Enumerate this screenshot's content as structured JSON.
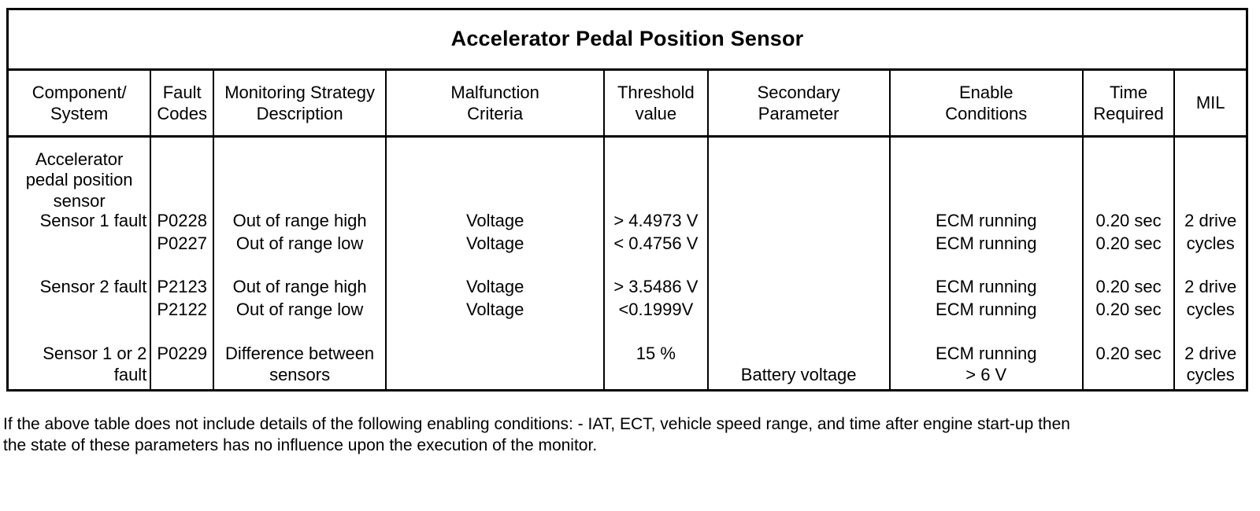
{
  "document": {
    "title": "Accelerator Pedal Position Sensor",
    "headers": [
      {
        "line1": "Component/",
        "line2": "System"
      },
      {
        "line1": "Fault",
        "line2": "Codes"
      },
      {
        "line1": "Monitoring Strategy",
        "line2": "Description"
      },
      {
        "line1": "Malfunction",
        "line2": "Criteria"
      },
      {
        "line1": "Threshold",
        "line2": "value"
      },
      {
        "line1": "Secondary",
        "line2": "Parameter"
      },
      {
        "line1": "Enable",
        "line2": "Conditions"
      },
      {
        "line1": "Time",
        "line2": "Required"
      },
      {
        "line1": "MIL",
        "line2": ""
      }
    ],
    "component_system": {
      "heading_line1": "Accelerator",
      "heading_line2": "pedal position",
      "heading_line3": "sensor",
      "sensor1": "Sensor 1 fault",
      "sensor2": "Sensor 2  fault",
      "sensor1or2_line1": "Sensor 1 or 2",
      "sensor1or2_line2": "fault"
    },
    "fault_codes": {
      "p0228": "P0228",
      "p0227": "P0227",
      "p2123": "P2123",
      "p2122": "P2122",
      "p0229": "P0229"
    },
    "monitoring_strategy": {
      "s1_high": "Out of range high",
      "s1_low": "Out of range low",
      "s2_high": "Out of range high",
      "s2_low": "Out of range low",
      "diff_line1": "Difference between",
      "diff_line2": "sensors"
    },
    "malfunction_criteria": {
      "v1": "Voltage",
      "v2": "Voltage",
      "v3": "Voltage",
      "v4": "Voltage"
    },
    "threshold_value": {
      "t1": "> 4.4973 V",
      "t2": "< 0.4756 V",
      "t3": "> 3.5486 V",
      "t4": "<0.1999V",
      "t5": "15 %"
    },
    "secondary_parameter": {
      "battery": "Battery voltage"
    },
    "enable_conditions": {
      "e1": "ECM running",
      "e2": "ECM running",
      "e3": "ECM running",
      "e4": "ECM running",
      "e5": "ECM running",
      "e6": "> 6 V"
    },
    "time_required": {
      "r1": "0.20 sec",
      "r2": "0.20 sec",
      "r3": "0.20 sec",
      "r4": "0.20 sec",
      "r5": "0.20 sec"
    },
    "mil": {
      "m1a": "2 drive",
      "m1b": "cycles",
      "m2a": "2 drive",
      "m2b": "cycles",
      "m3a": "2 drive",
      "m3b": "cycles"
    },
    "footnote": {
      "line1": "If the above table does not include details of the following enabling conditions: - IAT, ECT, vehicle speed range, and time after engine start-up then",
      "line2": "the state of these parameters has no influence upon the execution of the monitor."
    }
  }
}
